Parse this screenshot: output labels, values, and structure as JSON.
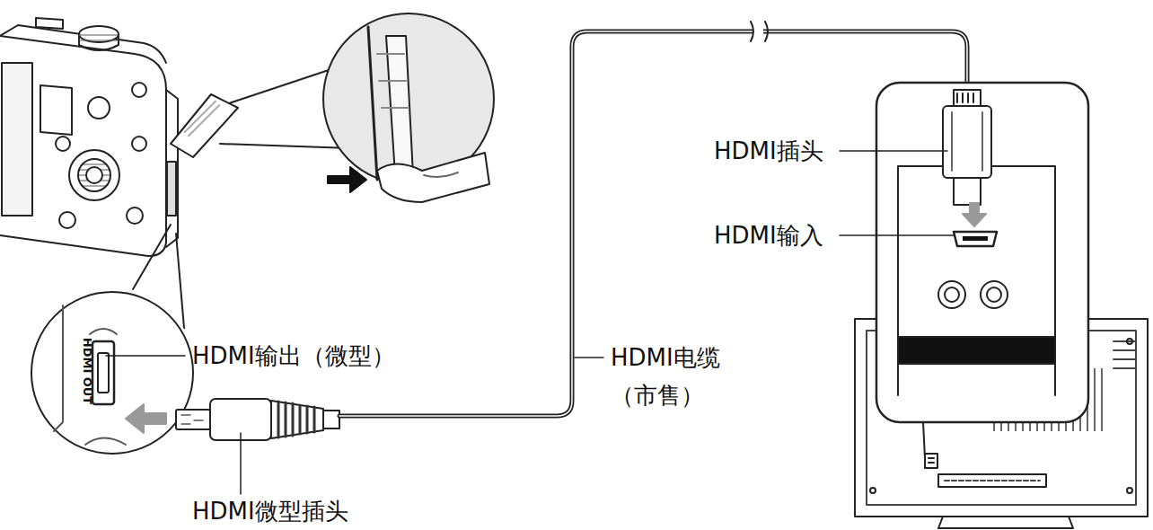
{
  "diagram": {
    "labels": [
      "HDMI插头",
      "HDMI输入",
      "HDMI输出（微型）",
      "HDMI电缆 （市售）",
      "HDMI微型插头",
      "HDMI OUT"
    ]
  }
}
